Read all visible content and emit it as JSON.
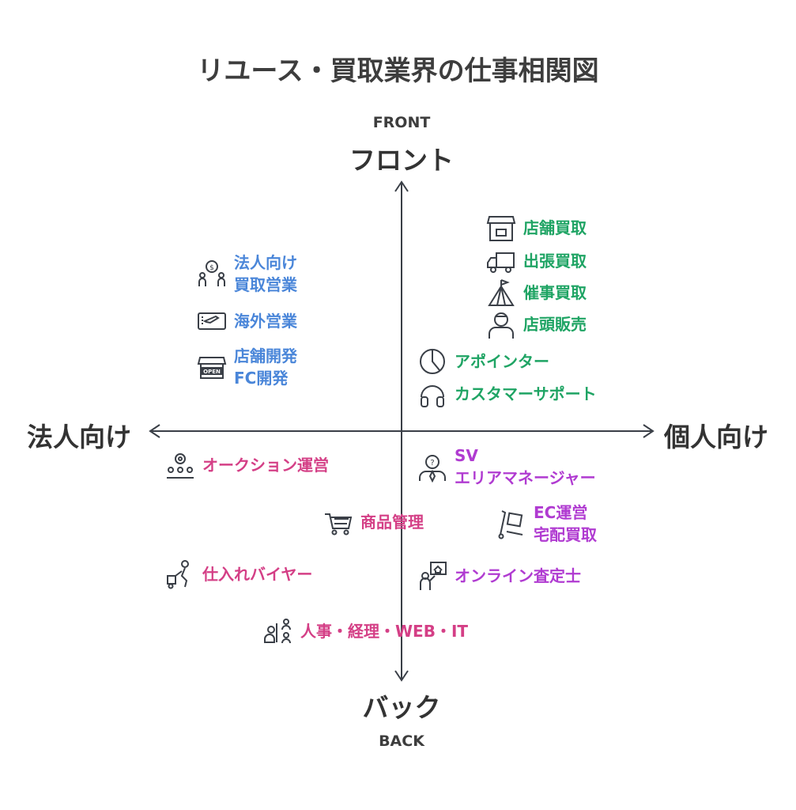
{
  "title": "リユース・買取業界の仕事相関図",
  "axes": {
    "top_en": "FRONT",
    "top_jp": "フロント",
    "bottom_jp": "バック",
    "bottom_en": "BACK",
    "left": "法人向け",
    "right": "個人向け"
  },
  "colors": {
    "blue": "#4a86d9",
    "green": "#1fa464",
    "pink": "#d43f86",
    "purple": "#b03bd1"
  },
  "items": {
    "hojin_kaitori": {
      "line1": "法人向け",
      "line2": "買取営業",
      "icon": "money-people-icon"
    },
    "kaigai": {
      "label": "海外営業",
      "icon": "plane-ticket-icon"
    },
    "tenpo_kaihatsu": {
      "line1": "店舗開発",
      "line2": "FC開発",
      "icon": "open-shop-icon"
    },
    "tenpo_kaitori": {
      "label": "店舗買取",
      "icon": "store-icon"
    },
    "shuccho": {
      "label": "出張買取",
      "icon": "truck-icon"
    },
    "saiji": {
      "label": "催事買取",
      "icon": "tent-icon"
    },
    "tento": {
      "label": "店頭販売",
      "icon": "clerk-icon"
    },
    "appointer": {
      "label": "アポインター",
      "icon": "clock-icon"
    },
    "support": {
      "label": "カスタマーサポート",
      "icon": "headset-icon"
    },
    "auction": {
      "label": "オークション運営",
      "icon": "auction-gear-icon"
    },
    "sv": {
      "line1": "SV",
      "line2": "エリアマネージャー",
      "icon": "manager-icon"
    },
    "shohin": {
      "label": "商品管理",
      "icon": "cart-icon"
    },
    "ec": {
      "line1": "EC運営",
      "line2": "宅配買取",
      "icon": "delivery-icon"
    },
    "buyer": {
      "label": "仕入れバイヤー",
      "icon": "hand-truck-icon"
    },
    "online": {
      "label": "オンライン査定士",
      "icon": "online-appraiser-icon"
    },
    "jinji": {
      "label": "人事・経理・WEB・IT",
      "icon": "team-icon"
    }
  }
}
